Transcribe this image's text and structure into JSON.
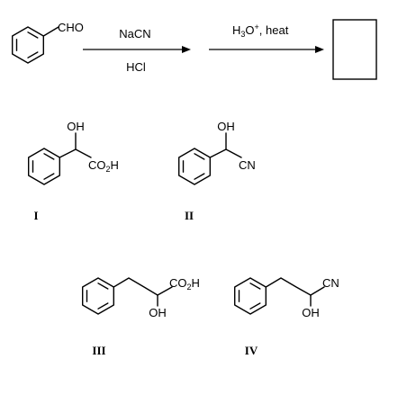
{
  "reaction": {
    "reactant": {
      "group_label": "CHO"
    },
    "step1": {
      "reagent_top": "NaCN",
      "reagent_bottom": "HCl"
    },
    "step2": {
      "reagent_top_main": "H",
      "reagent_top_sub": "3",
      "reagent_top_rest": "O",
      "reagent_top_sup": "+",
      "reagent_top_tail": ", heat"
    },
    "product_box": {
      "content": ""
    }
  },
  "choices": [
    {
      "numeral": "I",
      "top_group": "OH",
      "side_main": "CO",
      "side_sub": "2",
      "side_tail": "H"
    },
    {
      "numeral": "II",
      "top_group": "OH",
      "side_group": "CN"
    },
    {
      "numeral": "III",
      "side_main": "CO",
      "side_sub": "2",
      "side_tail": "H",
      "bottom_group": "OH"
    },
    {
      "numeral": "IV",
      "side_group": "CN",
      "bottom_group": "OH"
    }
  ]
}
